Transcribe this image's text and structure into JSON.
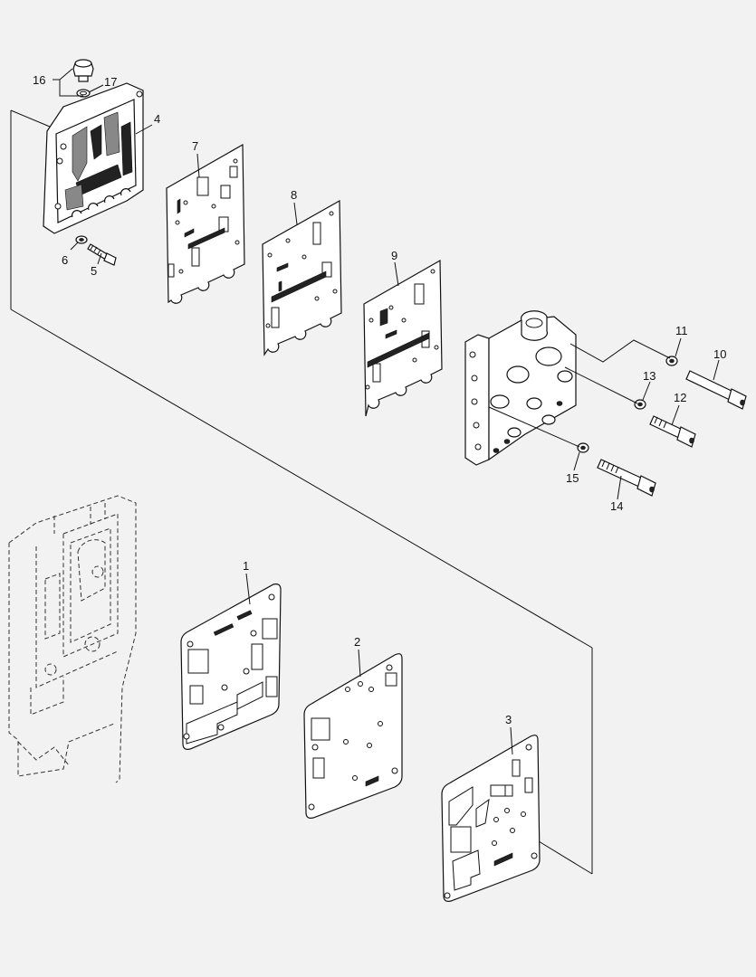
{
  "diagram": {
    "callouts": [
      "1",
      "2",
      "3",
      "4",
      "5",
      "6",
      "7",
      "8",
      "9",
      "10",
      "11",
      "12",
      "13",
      "14",
      "15",
      "16",
      "17"
    ],
    "colors": {
      "background": "#f2f2f2",
      "line": "#111111",
      "part_fill": "#ffffff",
      "shade": "#888888"
    }
  }
}
